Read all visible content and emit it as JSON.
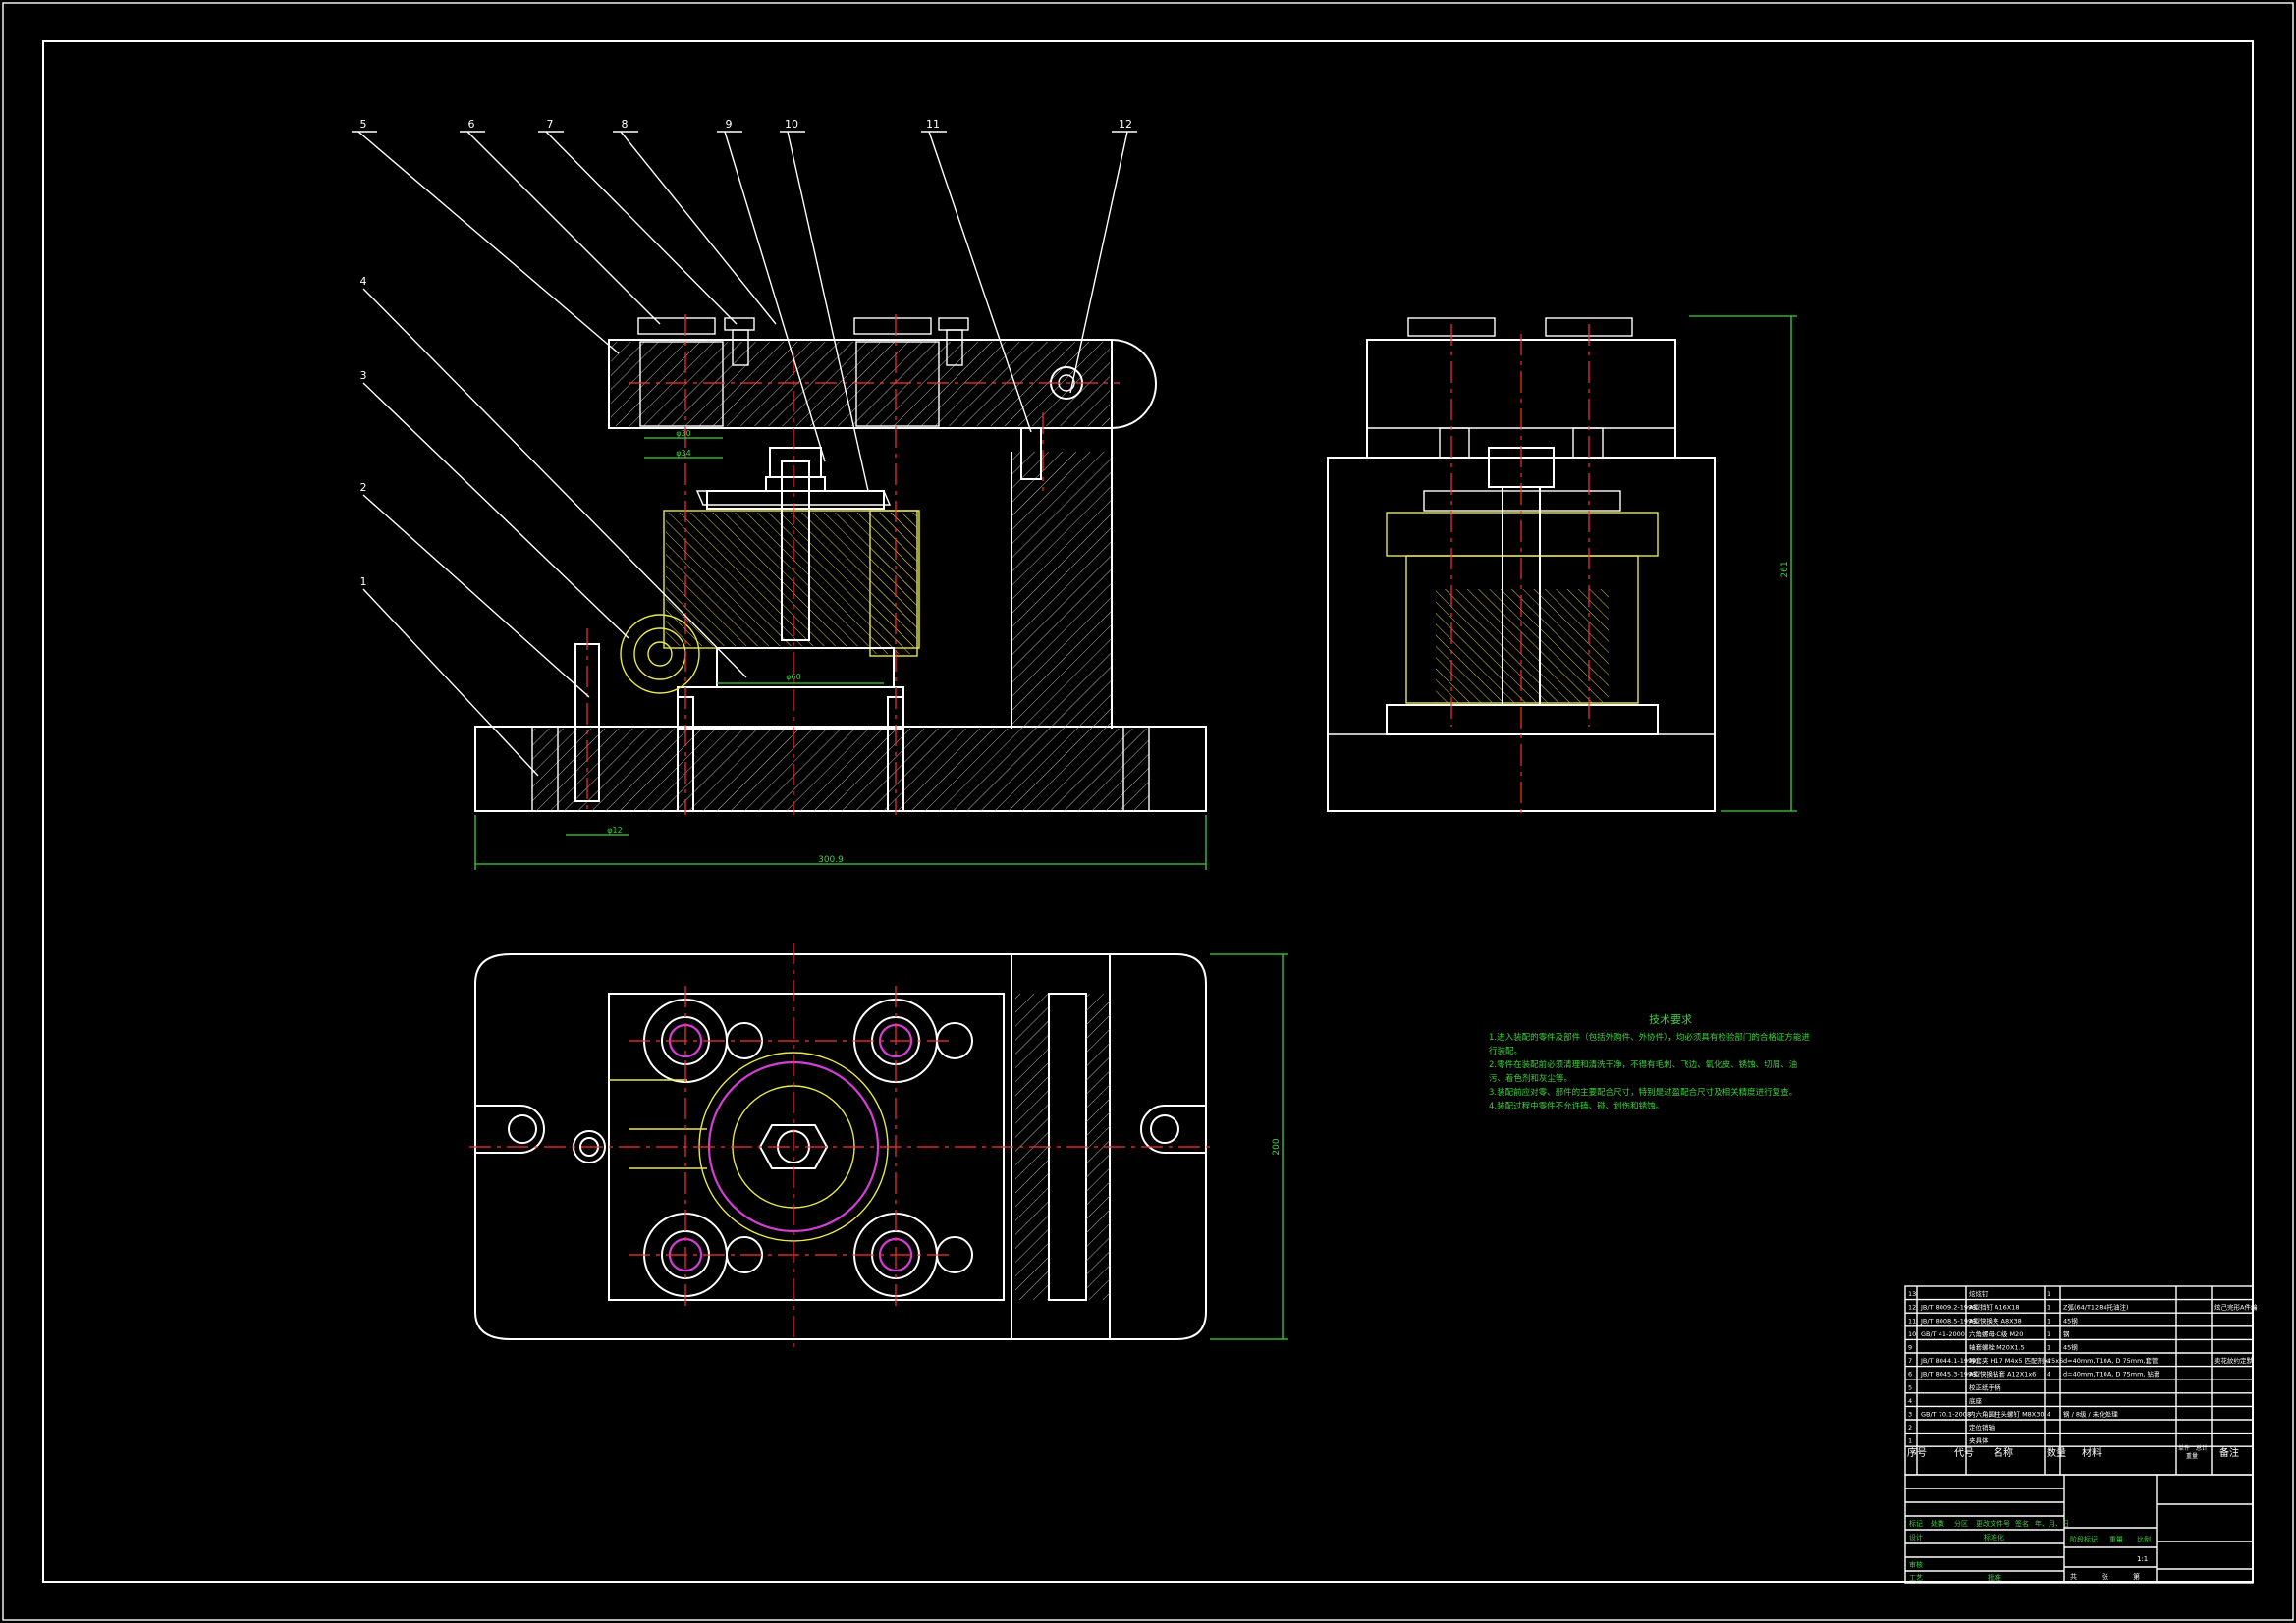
{
  "balloons": [
    "1",
    "2",
    "3",
    "4",
    "5",
    "6",
    "7",
    "8",
    "9",
    "10",
    "11",
    "12"
  ],
  "dimensions": {
    "overall_length": "300.9",
    "pin_offset": "φ12",
    "bore_top": "φ30",
    "bore_bottom": "φ34",
    "bore_mid": "φ60",
    "height": "261",
    "width": "200"
  },
  "technical_requirements": {
    "title": "技术要求",
    "lines": [
      "1.进入装配的零件及部件（包括外购件、外协件），均必须具有检验部门的合格证方能进行装配。",
      "2.零件在装配前必须清理和清洗干净，不得有毛刺、飞边、氧化皮、锈蚀、切屑、油污、着色剂和灰尘等。",
      "3.装配前应对零、部件的主要配合尺寸，特别是过盈配合尺寸及相关精度进行复查。",
      "4.装配过程中零件不允许磕、碰、划伤和锈蚀。"
    ]
  },
  "bom": {
    "headers": [
      "序号",
      "代号",
      "名称",
      "数量",
      "材料",
      "单件",
      "总计",
      "重量",
      "备注"
    ],
    "rows": [
      [
        "13",
        "",
        "炫炫钉",
        "1",
        "",
        "",
        ""
      ],
      [
        "12",
        "JB/T 8009.2-1999",
        "A型挡钉 A16X18",
        "1",
        "Z弧(64/T1284托油注)",
        "",
        "炫己完形A件编"
      ],
      [
        "11",
        "JB/T 8008.5-1999",
        "A型快换夹 A8X38",
        "1",
        "45钢",
        ""
      ],
      [
        "10",
        "GB/T 41-2000",
        "六角螺母-C级 M20",
        "1",
        "钢",
        ""
      ],
      [
        "9",
        "",
        "轴套螺栓 M20X1.5",
        "1",
        "45钢",
        ""
      ],
      [
        "7",
        "JB/T 8044.1-1999",
        "导套夹 H17 M4x5 匹配剂x25x6",
        "4",
        "d=40mm,T10A, D 75mm,套管",
        "",
        "卖花紋约定默"
      ],
      [
        "6",
        "JB/T 8045.3-1999",
        "A型快换钻套 A12X1x6",
        "4",
        "d=40mm,T10A, D 75mm, 钻套",
        ""
      ],
      [
        "5",
        "",
        "校正纸手柄",
        ""
      ],
      [
        "4",
        "",
        "底座",
        ""
      ],
      [
        "3",
        "GB/T 70.1-2008",
        "内六角圆柱头螺钉 M8X30",
        "4",
        "钢 / 8级 / 未化处理",
        ""
      ],
      [
        "2",
        "",
        "定位销轴",
        ""
      ],
      [
        "1",
        "",
        "夹具体",
        ""
      ]
    ]
  },
  "title_block": {
    "marks": [
      "标记",
      "处数",
      "分区",
      "更改文件号",
      "签名",
      "年、月、日"
    ],
    "design": "设计",
    "standard": "标准化",
    "stage": "阶段标记",
    "weight": "重量",
    "scale": "比例",
    "scale_value": "1:1",
    "review": "审核",
    "process": "工艺",
    "approve": "批准",
    "sheets": "共",
    "sheet": "张",
    "sheet_no": "第"
  }
}
